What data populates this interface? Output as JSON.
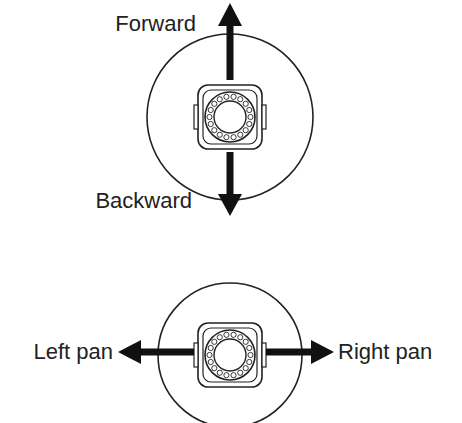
{
  "diagram": {
    "labels": [
      "Forward",
      "Backward",
      "Left pan",
      "Right pan"
    ]
  }
}
